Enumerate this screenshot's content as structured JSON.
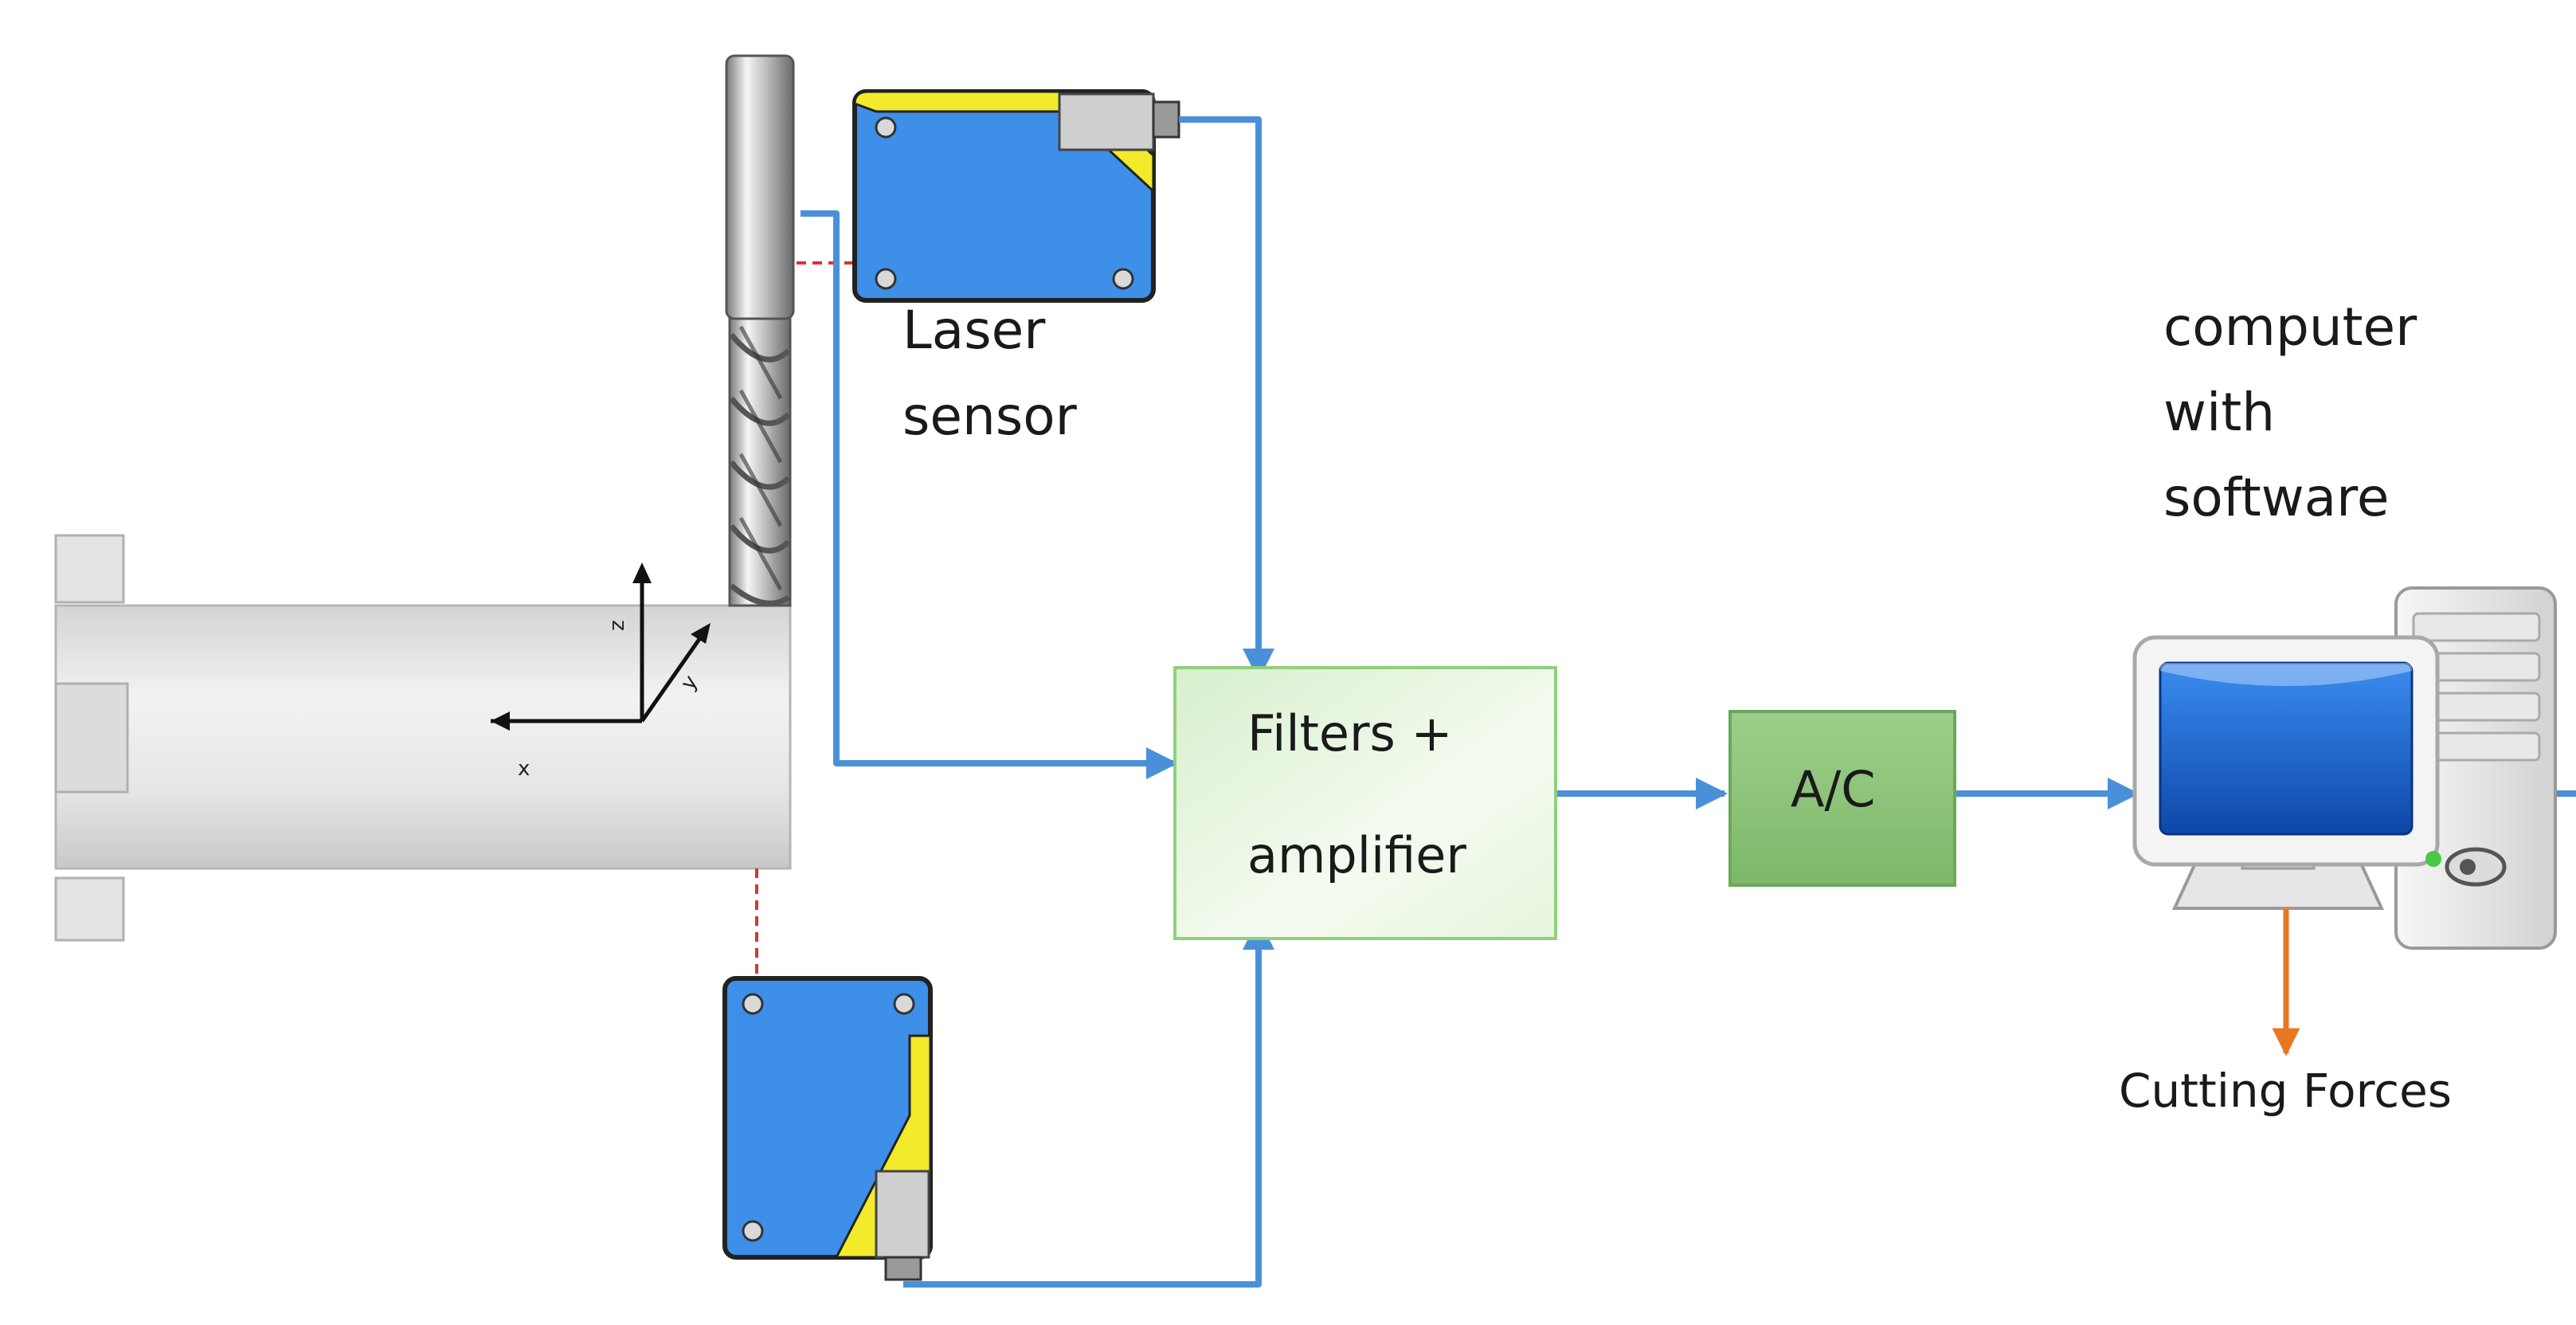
{
  "labels": {
    "laser_sensor_line1": "Laser",
    "laser_sensor_line2": "sensor",
    "computer_line1": "computer",
    "computer_line2": "with",
    "computer_line3": "software",
    "filters_line1": "Filters +",
    "filters_line2": "amplifier",
    "ac_box": "A/C",
    "cutting_forces": "Cutting Forces",
    "axis_z": "z",
    "axis_y": "y",
    "axis_x": "x"
  },
  "colors": {
    "signal_line": "#4a90d9",
    "output_arrow": "#e87722",
    "laser_beam": "#e03030",
    "filters_fill": "#e4f4dc",
    "filters_border": "#8fcf7e",
    "ac_fill": "#8cc47a",
    "ac_border": "#6aa85a",
    "sensor_body": "#3d8fe8",
    "sensor_accent": "#f2ea2a",
    "workpiece": "#e8e8e8",
    "monitor_screen": "#1a66cc"
  },
  "icons": {
    "top_sensor": "laser-sensor-icon",
    "bottom_sensor": "laser-sensor-icon",
    "tool": "end-mill-icon",
    "workpiece": "workpiece-cylinder-icon",
    "computer": "desktop-computer-icon"
  }
}
